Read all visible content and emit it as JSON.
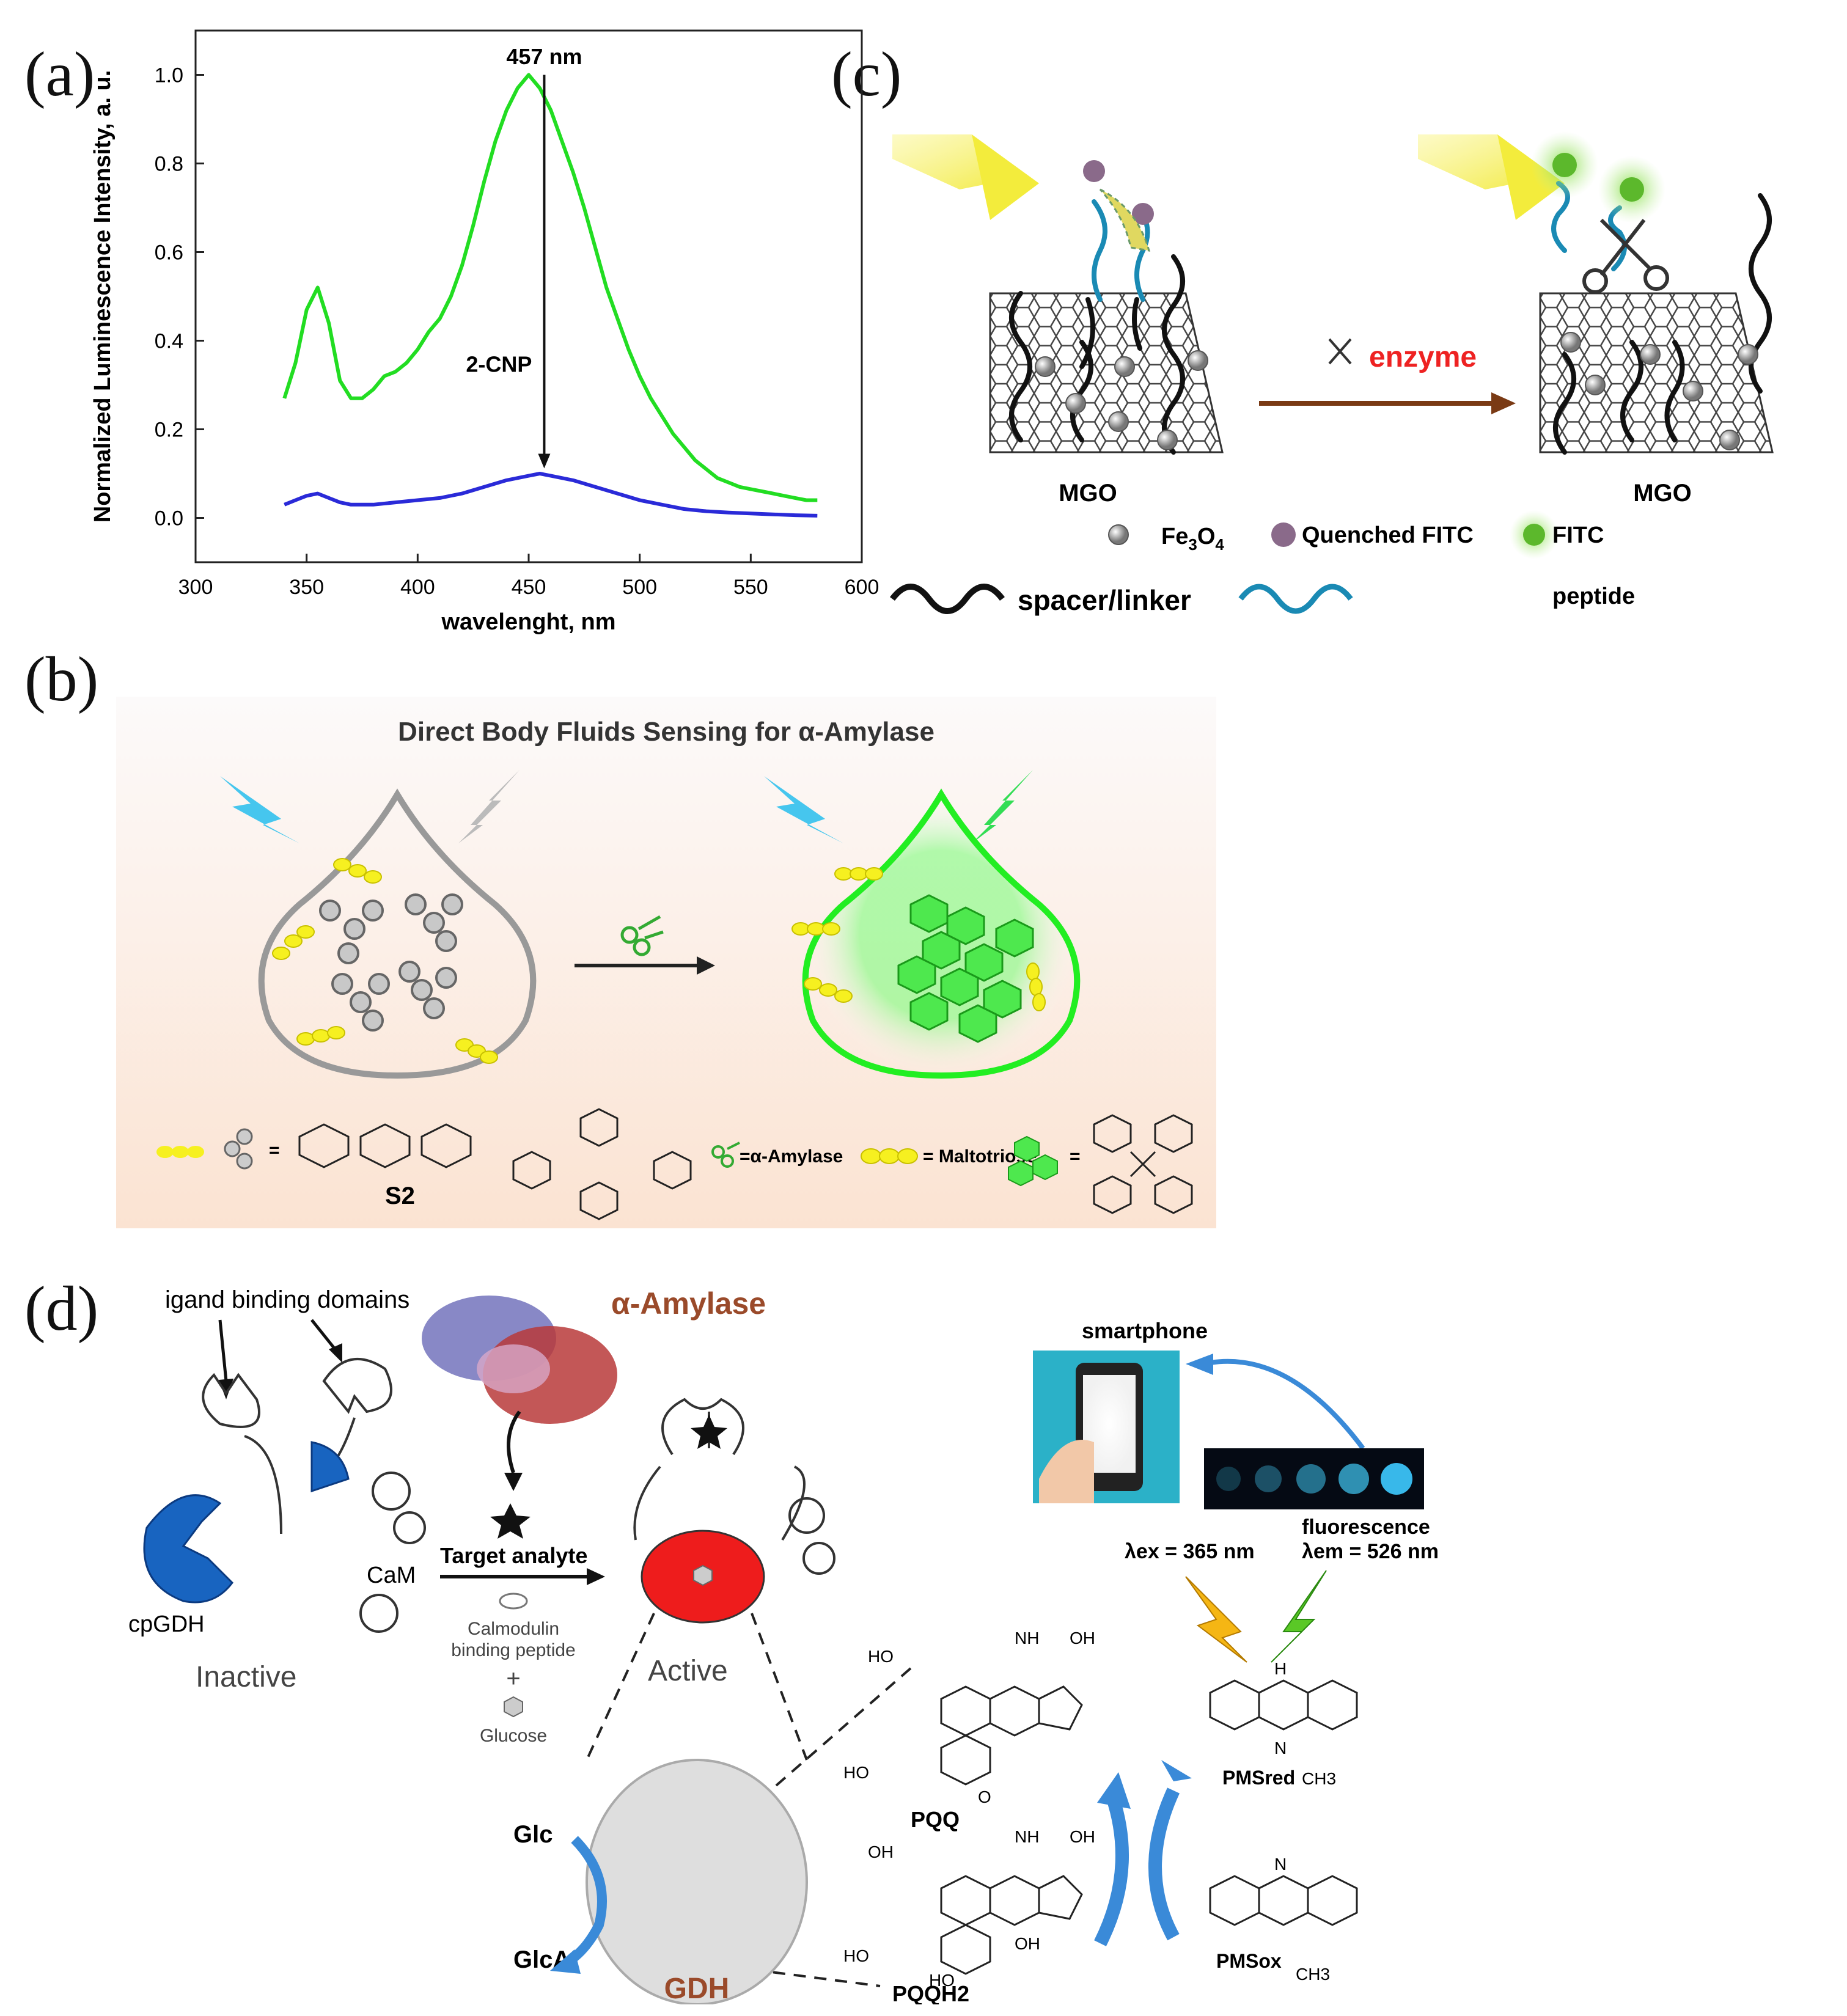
{
  "panels": {
    "a": {
      "letter": "(a)"
    },
    "b": {
      "letter": "(b)",
      "title": "Direct Body Fluids Sensing for α-Amylase"
    },
    "c": {
      "letter": "(c)"
    },
    "d": {
      "letter": "(d)"
    }
  },
  "chart_data": {
    "type": "line",
    "xlabel": "wavelenght, nm",
    "ylabel": "Normalized Luminescence Intensity, a. u.",
    "xlim": [
      300,
      600
    ],
    "ylim": [
      -0.1,
      1.1
    ],
    "xticks": [
      300,
      350,
      400,
      450,
      500,
      550,
      600
    ],
    "yticks": [
      0.0,
      0.2,
      0.4,
      0.6,
      0.8,
      1.0
    ],
    "grid": false,
    "series": [
      {
        "color": "#22dd22",
        "x": [
          340,
          345,
          350,
          355,
          360,
          365,
          370,
          375,
          380,
          385,
          390,
          395,
          400,
          405,
          410,
          415,
          420,
          425,
          430,
          435,
          440,
          445,
          450,
          455,
          460,
          465,
          470,
          475,
          480,
          485,
          490,
          495,
          500,
          505,
          510,
          515,
          520,
          525,
          530,
          535,
          540,
          545,
          550,
          555,
          560,
          565,
          570,
          575,
          580
        ],
        "y": [
          0.27,
          0.35,
          0.47,
          0.52,
          0.44,
          0.31,
          0.27,
          0.27,
          0.29,
          0.32,
          0.33,
          0.35,
          0.38,
          0.42,
          0.45,
          0.5,
          0.57,
          0.66,
          0.76,
          0.85,
          0.92,
          0.97,
          1.0,
          0.97,
          0.92,
          0.85,
          0.78,
          0.7,
          0.61,
          0.52,
          0.45,
          0.38,
          0.32,
          0.27,
          0.23,
          0.19,
          0.16,
          0.13,
          0.11,
          0.09,
          0.08,
          0.07,
          0.065,
          0.06,
          0.055,
          0.05,
          0.045,
          0.04,
          0.04
        ]
      },
      {
        "color": "#2a2ad8",
        "x": [
          340,
          345,
          350,
          355,
          360,
          365,
          370,
          380,
          390,
          400,
          410,
          420,
          430,
          440,
          450,
          455,
          460,
          470,
          480,
          490,
          500,
          510,
          520,
          530,
          540,
          550,
          560,
          570,
          580
        ],
        "y": [
          0.03,
          0.04,
          0.05,
          0.055,
          0.045,
          0.035,
          0.03,
          0.03,
          0.035,
          0.04,
          0.045,
          0.055,
          0.07,
          0.085,
          0.095,
          0.1,
          0.095,
          0.085,
          0.07,
          0.055,
          0.04,
          0.03,
          0.02,
          0.015,
          0.012,
          0.01,
          0.008,
          0.006,
          0.005
        ]
      }
    ],
    "annotations": [
      "457 nm",
      "2-CNP"
    ]
  },
  "panel_c": {
    "enzyme": "enzyme",
    "mgo_left": "MGO",
    "mgo_right": "MGO",
    "fe3o4": "Fe",
    "fe3o4_sub3": "3",
    "fe3o4_o": "O",
    "fe3o4_sub4": "4",
    "quenched": "Quenched FITC",
    "fitc": "FITC",
    "spacer": "spacer/linker",
    "peptide": "peptide"
  },
  "panel_b": {
    "s2": "S2",
    "legend_amylase": "=α-Amylase",
    "legend_maltotriose": "= Maltotriose",
    "eq1": "=",
    "eq2": "="
  },
  "panel_d": {
    "ligand": "igand binding domains",
    "inactive": "Inactive",
    "active": "Active",
    "cpgdh": "cpGDH",
    "cam": "CaM",
    "amylase": "α-Amylase",
    "target": "Target analyte",
    "calmodulin1": "Calmodulin",
    "calmodulin2": "binding peptide",
    "plus": "+",
    "glucose": "Glucose",
    "glc": "Glc",
    "glca": "GlcA",
    "gdh": "GDH",
    "smartphone": "smartphone",
    "fluorescence": "fluorescence",
    "lex": "λex = 365 nm",
    "lem": "λem = 526 nm",
    "pqq": "PQQ",
    "pqqh2": "PQQH2",
    "pms_red": "PMSred",
    "pms_ox": "PMSox",
    "ch3": "CH3",
    "oh": "OH",
    "ho": "HO",
    "nh": "NH",
    "n": "N",
    "o": "O",
    "h": "H"
  }
}
